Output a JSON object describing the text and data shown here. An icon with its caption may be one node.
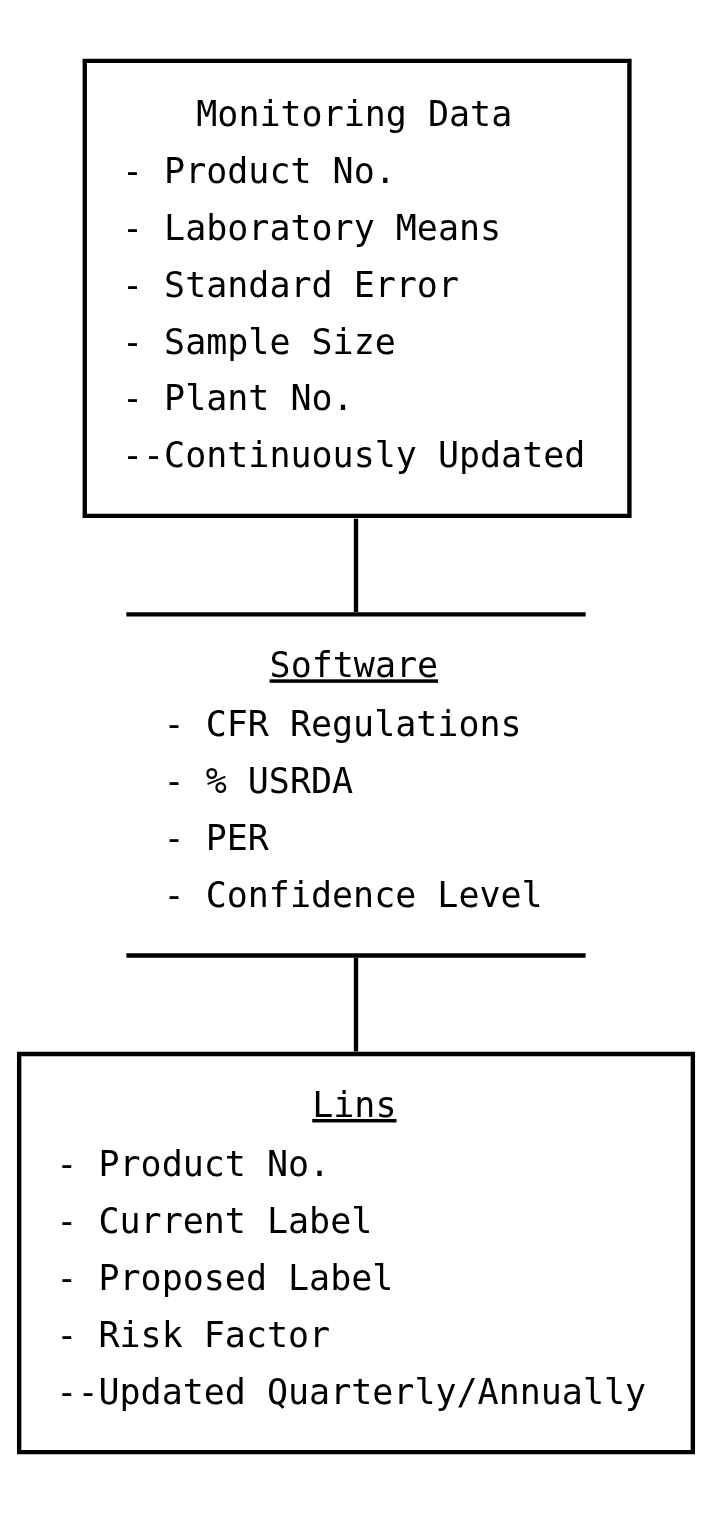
{
  "diagram": {
    "nodes": [
      {
        "text": [
          "Monitoring Data",
          "- Product No.",
          "- Laboratory Means",
          "- Standard Error",
          "- Sample Size",
          "- Plant No.",
          "--Continuously Updated"
        ]
      },
      {
        "text": [
          "Software",
          "- CFR Regulations",
          "- % USRDA",
          "- PER",
          "- Confidence Level"
        ]
      },
      {
        "text": [
          "Lins",
          "- Product No.",
          "- Current Label",
          "- Proposed Label",
          "- Risk Factor",
          "--Updated Quarterly/Annually"
        ]
      }
    ],
    "edges": [
      {
        "from": 0,
        "to": 1,
        "arrow": "none"
      },
      {
        "from": 1,
        "to": 2,
        "arrow": "none"
      }
    ]
  }
}
